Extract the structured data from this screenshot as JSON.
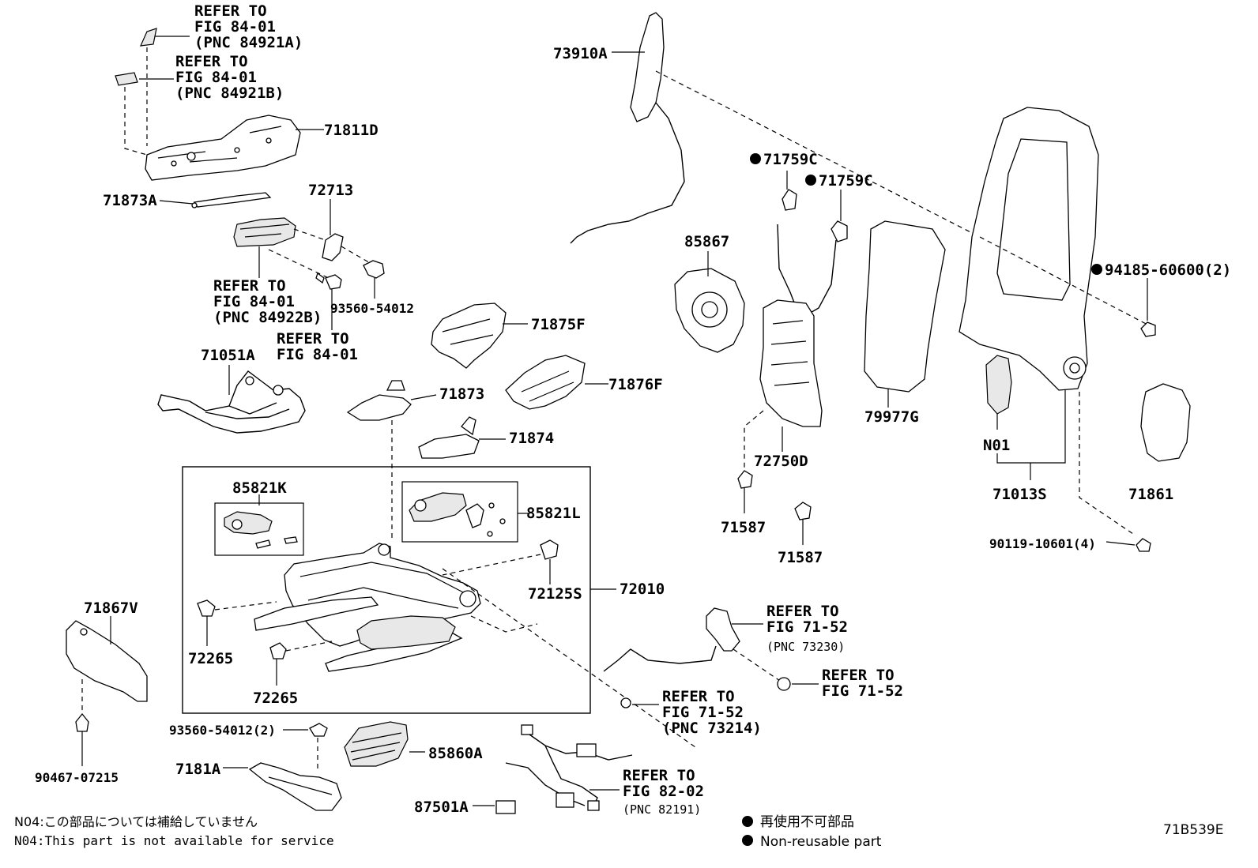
{
  "labels": {
    "refer_84921A": [
      "REFER TO",
      "FIG 84-01",
      "(PNC 84921A)"
    ],
    "refer_84921B": [
      "REFER TO",
      "FIG 84-01",
      "(PNC 84921B)"
    ],
    "p71811D": "71811D",
    "p71873A": "71873A",
    "p72713": "72713",
    "refer_84922B": [
      "REFER TO",
      "FIG 84-01",
      "(PNC 84922B)"
    ],
    "p93560_54012": "93560-54012",
    "refer_84_01": [
      "REFER TO",
      "FIG 84-01"
    ],
    "p71051A": "71051A",
    "p71875F": "71875F",
    "p71873": "71873",
    "p71876F": "71876F",
    "p71874": "71874",
    "p73910A": "73910A",
    "p71759C_1": "71759C",
    "p71759C_2": "71759C",
    "p85867": "85867",
    "p79977G": "79977G",
    "p72750D": "72750D",
    "p94185": "94185-60600(2)",
    "pN01": "N01",
    "p71013S": "71013S",
    "p71861": "71861",
    "p90119": "90119-10601(4)",
    "p71587_1": "71587",
    "p71587_2": "71587",
    "p85821K": "85821K",
    "p85821L": "85821L",
    "p72125S": "72125S",
    "p72010": "72010",
    "p72265_1": "72265",
    "p72265_2": "72265",
    "p71867V": "71867V",
    "p90467": "90467-07215",
    "p93560_2": "93560-54012(2)",
    "p7181A": "7181A",
    "p85860A": "85860A",
    "p87501A": "87501A",
    "refer_73230": [
      "REFER TO",
      "FIG 71-52",
      "(PNC 73230)"
    ],
    "refer_71_52": [
      "REFER TO",
      "FIG 71-52"
    ],
    "refer_73214": [
      "REFER TO",
      "FIG 71-52",
      "(PNC 73214)"
    ],
    "refer_82191": [
      "REFER TO",
      "FIG 82-02",
      "(PNC 82191)"
    ]
  },
  "notes": {
    "jp": "N04:この部品については補給していません",
    "en": "N04:This part is not available for service"
  },
  "legend": {
    "jp": "再使用不可部品",
    "en": "Non-reusable part"
  },
  "figure_code": "71B539E"
}
